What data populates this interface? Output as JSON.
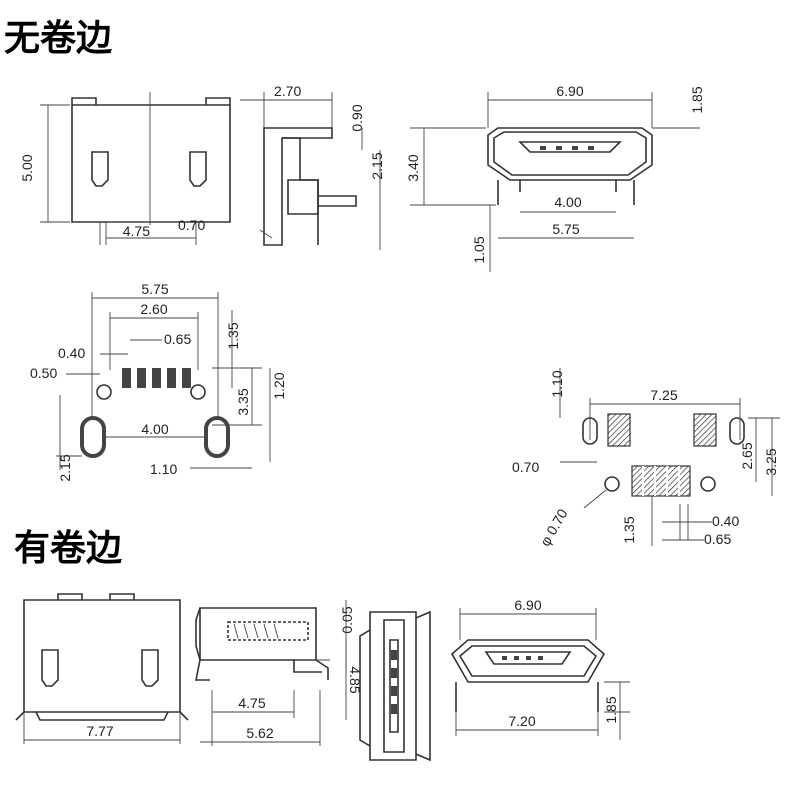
{
  "sections": {
    "no_curl": "无卷边",
    "with_curl": "有卷边"
  },
  "dims": {
    "top_front_height": "5.00",
    "top_front_pitch": "4.75",
    "top_front_pin": "0.70",
    "side_width": "2.70",
    "side_d1": "0.90",
    "side_d2": "2.15",
    "face_width": "6.90",
    "face_top": "1.85",
    "face_height": "3.40",
    "face_inner": "4.00",
    "face_bottom": "5.75",
    "face_pin": "1.05",
    "fp_total": "5.75",
    "fp_span": "2.60",
    "fp_pitch": "0.65",
    "fp_pad_h": "1.35",
    "fp_pad_w": "0.40",
    "fp_hole": "0.50",
    "fp_h1": "3.35",
    "fp_h2": "1.20",
    "fp_slot_span": "4.00",
    "fp_slot_h": "2.15",
    "fp_slot_w": "1.10",
    "fp2_top": "1.10",
    "fp2_width": "7.25",
    "fp2_h1": "2.65",
    "fp2_h2": "3.25",
    "fp2_slot": "0.70",
    "fp2_hole": "φ 0.70",
    "fp2_pad_h": "1.35",
    "fp2_pad_w": "0.40",
    "fp2_pitch": "0.65",
    "b_front_width": "7.77",
    "b_side_d1": "0.05",
    "b_side_w1": "4.75",
    "b_side_w2": "5.62",
    "b_end_h": "4.85",
    "b_face_width": "6.90",
    "b_face_bottom": "7.20",
    "b_face_h": "1.85"
  }
}
